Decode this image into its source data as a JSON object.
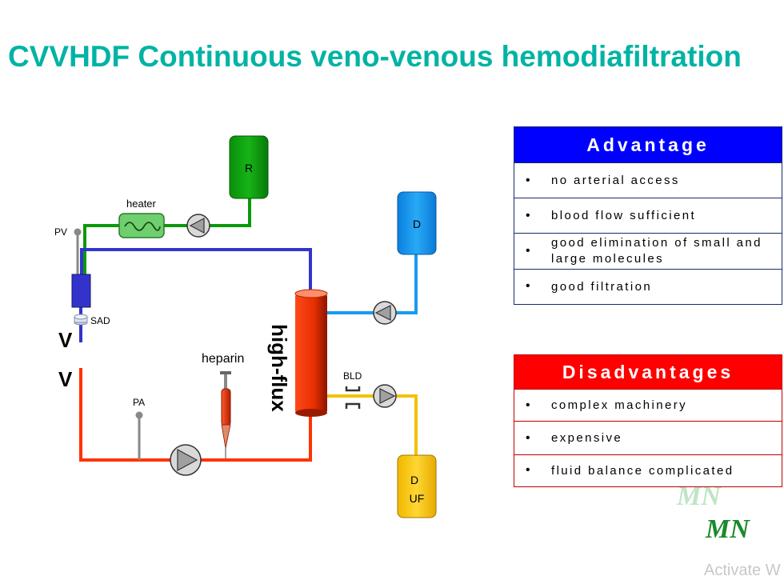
{
  "title": "CVVHDF Continuous veno-venous hemodiafiltration",
  "diagram": {
    "labels": {
      "r": "R",
      "heater": "heater",
      "pv": "PV",
      "sad": "SAD",
      "v1": "V",
      "v2": "V",
      "d": "D",
      "heparin": "heparin",
      "pa": "PA",
      "bld": "BLD",
      "high_flux": "high-flux",
      "duf_d": "D",
      "duf_uf": "UF"
    },
    "colors": {
      "green": "#0a9a0a",
      "blue": "#3333cc",
      "red": "#ff3300",
      "light_blue": "#1a9aee",
      "yellow": "#f2c200",
      "heater_fill": "#6fcf6f",
      "pump": "#d9d9d9"
    }
  },
  "advantage": {
    "header": "Advantage",
    "header_color": "#0000ff",
    "items": [
      "no arterial access",
      "blood flow sufficient",
      "good elimination of small and large molecules",
      "good filtration"
    ]
  },
  "disadvantages": {
    "header": "Disadvantages",
    "header_color": "#ff0000",
    "items": [
      "complex machinery",
      "expensive",
      "fluid balance complicated"
    ]
  },
  "watermark": {
    "mark": "MN",
    "activate": "Activate W"
  }
}
